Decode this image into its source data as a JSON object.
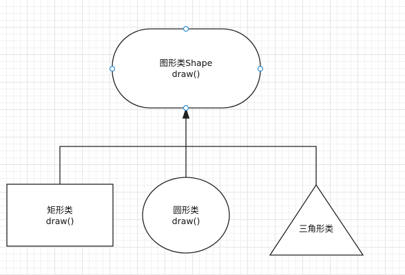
{
  "nodes": {
    "shape": {
      "name": "图形类Shape",
      "method": "draw()"
    },
    "rectangle": {
      "name": "矩形类",
      "method": "draw()"
    },
    "circle": {
      "name": "圆形类",
      "method": "draw()"
    },
    "triangle": {
      "name": "三角形类"
    }
  },
  "colors": {
    "stroke": "#222222",
    "handle": "#2d8fd5",
    "grid": "#e4e4e4",
    "background": "#ffffff"
  }
}
